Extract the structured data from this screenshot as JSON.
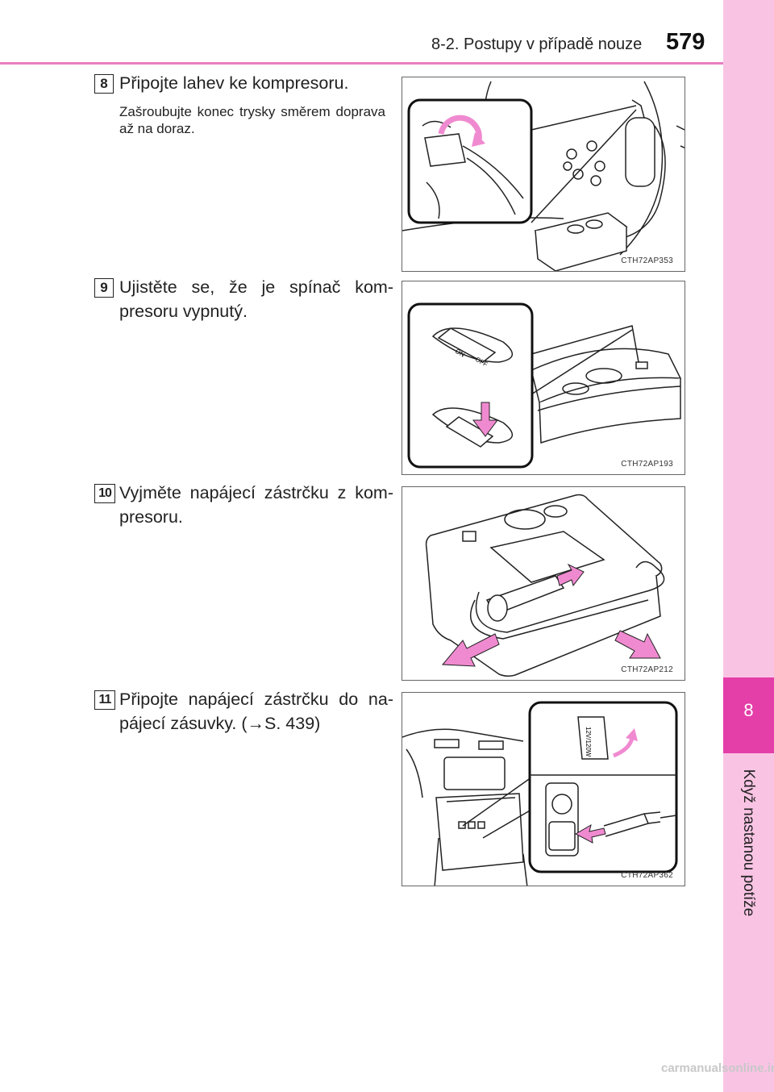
{
  "header": {
    "section": "8-2. Postupy v případě nouze",
    "page_number": "579"
  },
  "side_tab": {
    "chapter_number": "8",
    "chapter_title": "Když nastanou potíže"
  },
  "steps": [
    {
      "number": "8",
      "text": "Připojte lahev ke kompresoru.",
      "note": "Zašroubujte konec trysky směrem doprava až na doraz.",
      "figure_code": "CTH72AP353"
    },
    {
      "number": "9",
      "text": "Ujistěte se, že je spínač kom-presoru vypnutý.",
      "figure_code": "CTH72AP193",
      "switch_labels": [
        "ON",
        "OFF"
      ]
    },
    {
      "number": "10",
      "text": "Vyjměte napájecí zástrčku z kom-presoru.",
      "figure_code": "CTH72AP212"
    },
    {
      "number": "11",
      "text": "Připojte napájecí zástrčku do na-pájecí zásuvky. (→S. 439)",
      "figure_code": "CTH72AP362",
      "socket_cap_label": "12V/120W"
    }
  ],
  "footer": {
    "watermark": "carmanualsonline.info"
  },
  "colors": {
    "accent_pink": "#e43ea8",
    "tab_light_pink": "#f9c4e4",
    "arrow_pink": "#f08ad0",
    "header_rule": "#e97fc0"
  }
}
